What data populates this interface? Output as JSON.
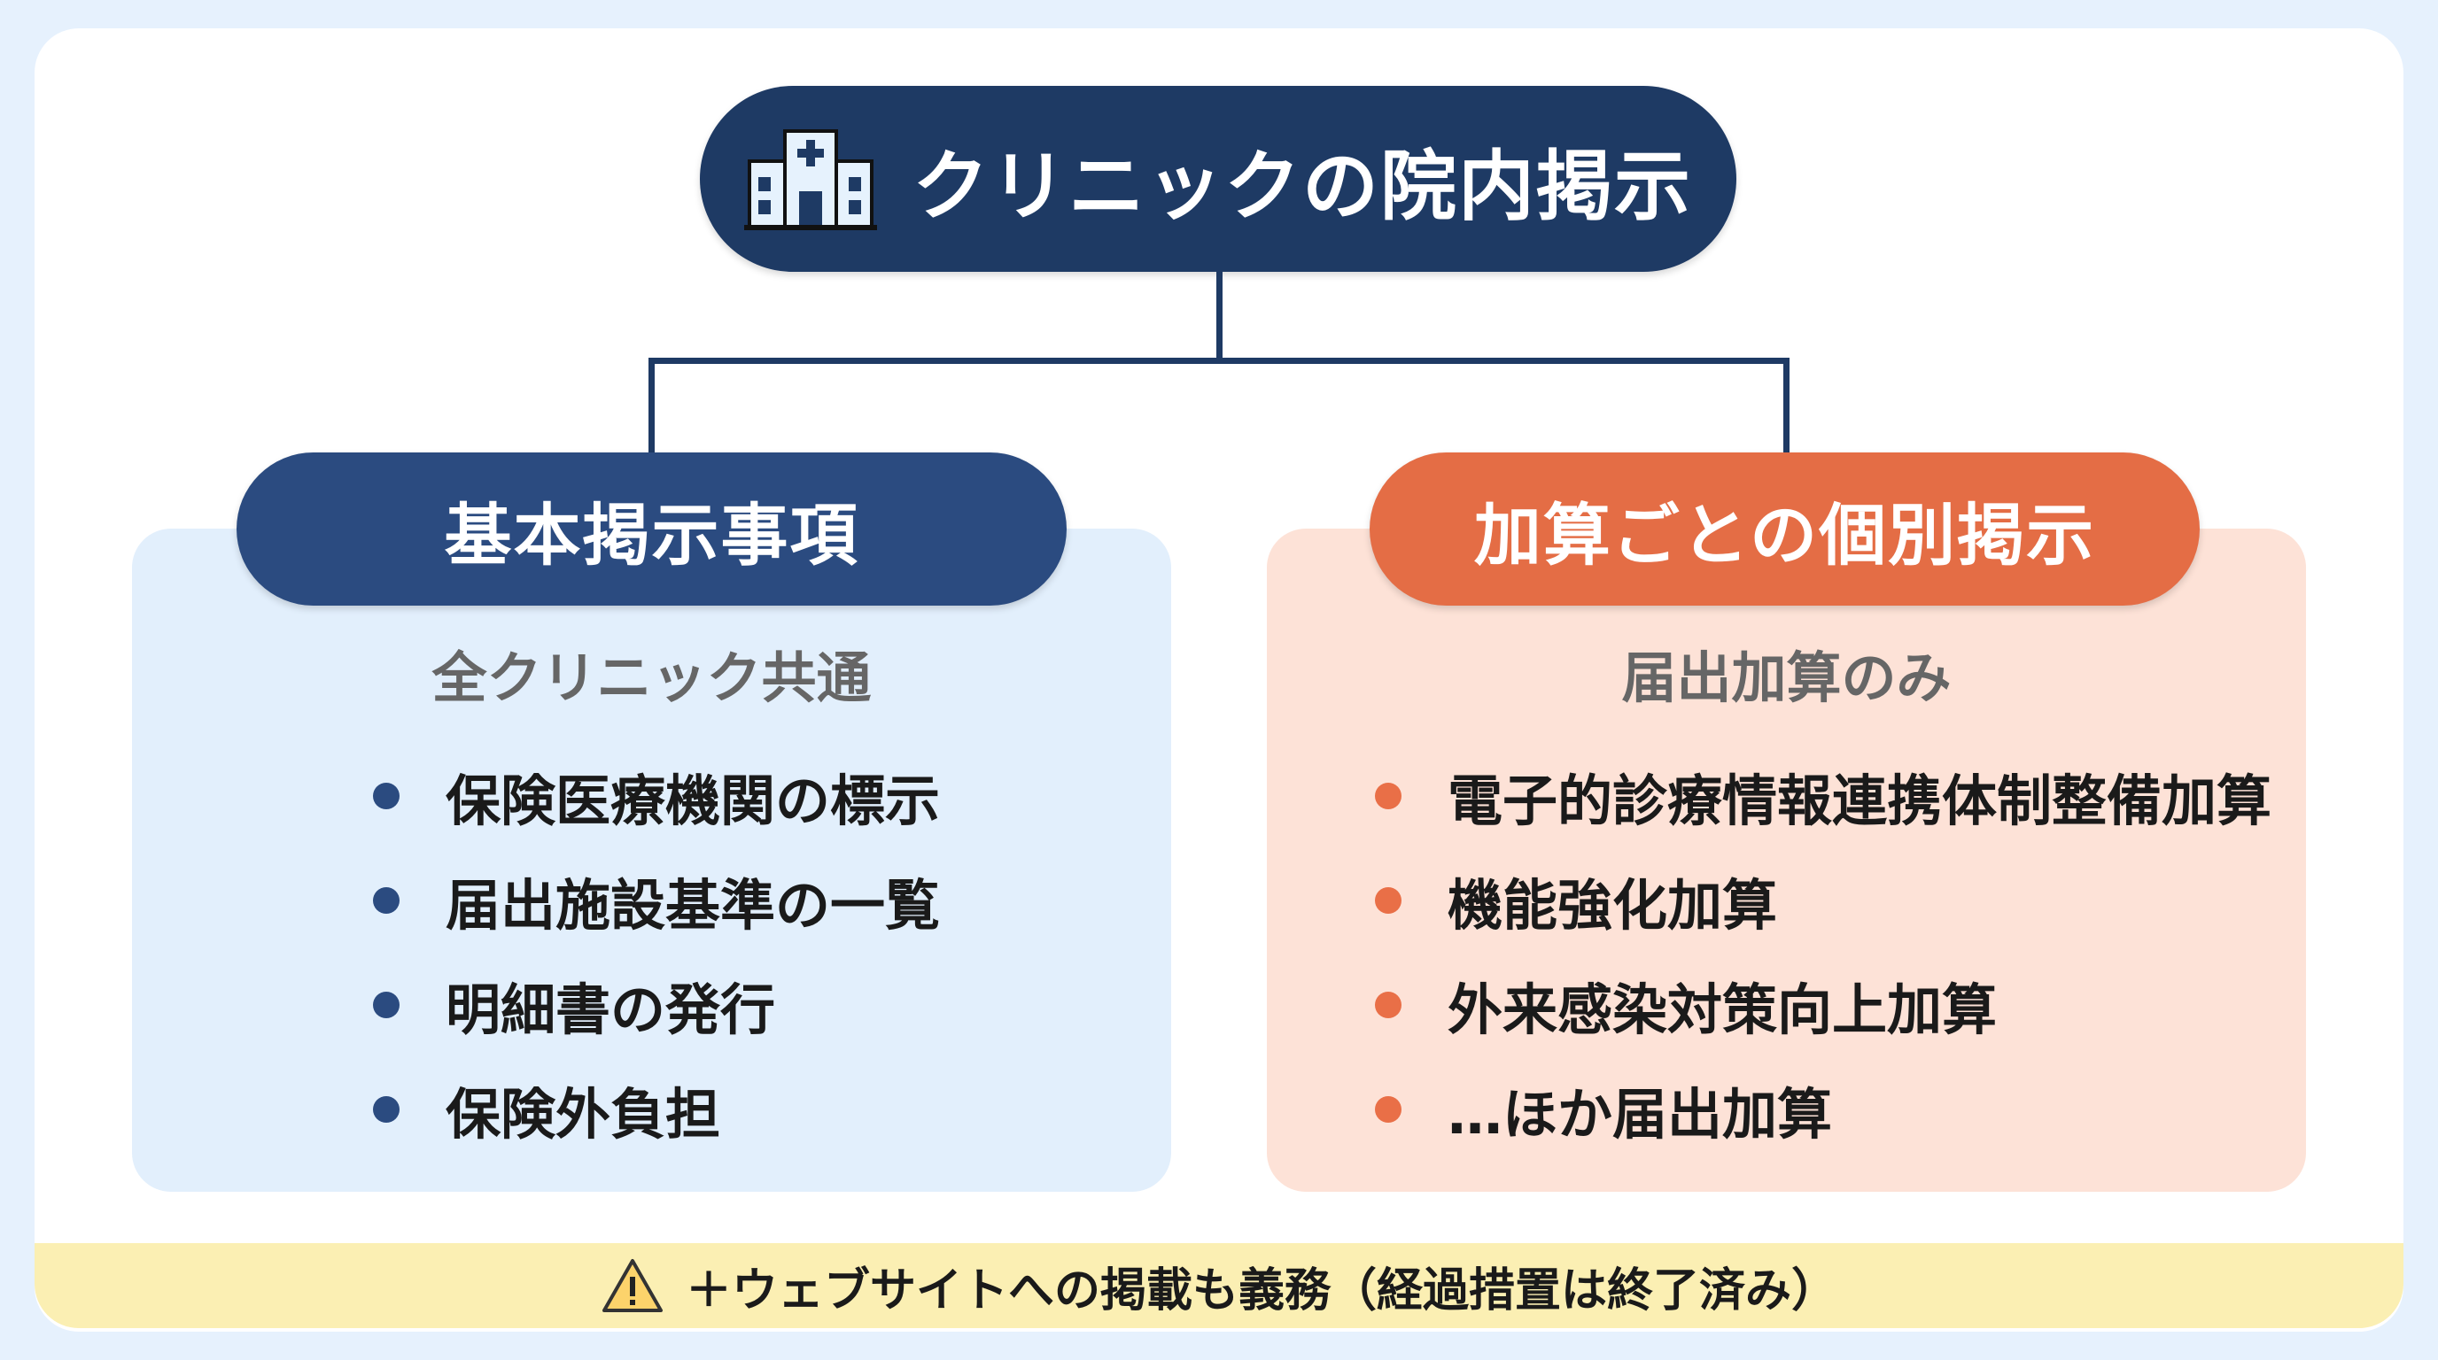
{
  "title": "クリニックの院内掲示",
  "icons": {
    "title": "hospital-icon",
    "footer": "warning-icon"
  },
  "colors": {
    "navy": "#1e3a64",
    "orange": "#e46d45",
    "left_panel": "#e2effc",
    "right_panel": "#fde2d7",
    "footer": "#fbefb3"
  },
  "left": {
    "heading": "基本掲示事項",
    "subtitle": "全クリニック共通",
    "items": [
      "保険医療機関の標示",
      "届出施設基準の一覧",
      "明細書の発行",
      "保険外負担"
    ]
  },
  "right": {
    "heading": "加算ごとの個別掲示",
    "subtitle": "届出加算のみ",
    "items": [
      "電子的診療情報連携体制整備加算",
      "機能強化加算",
      "外来感染対策向上加算",
      "…ほか届出加算"
    ]
  },
  "footer": {
    "text": "＋ウェブサイトへの掲載も義務（経過措置は終了済み）"
  }
}
